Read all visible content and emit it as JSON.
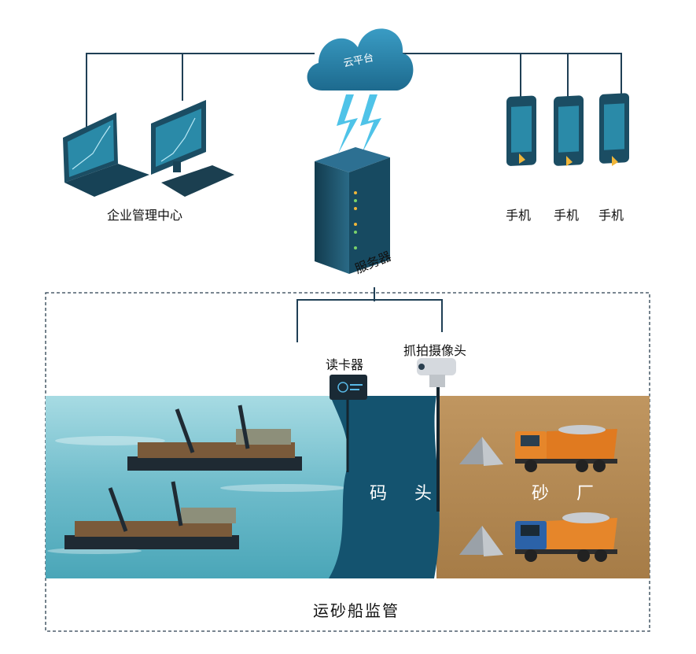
{
  "labels": {
    "cloud": "云平台",
    "enterprise": "企业管理中心",
    "phone1": "手机",
    "phone2": "手机",
    "phone3": "手机",
    "server": "服务器",
    "card_reader": "读卡器",
    "camera": "抓拍摄像头",
    "dock": "码 头",
    "sand_plant": "砂 厂",
    "system": "运砂船监管"
  },
  "colors": {
    "line": "#1f3f55",
    "cloud": "#2c7fa6",
    "server": "#1b4d63",
    "water": "#7cc2cf",
    "dock": "#14536f",
    "sand": "#b58a52",
    "truck_orange": "#e6862a",
    "truck_blue": "#2b62a8"
  }
}
